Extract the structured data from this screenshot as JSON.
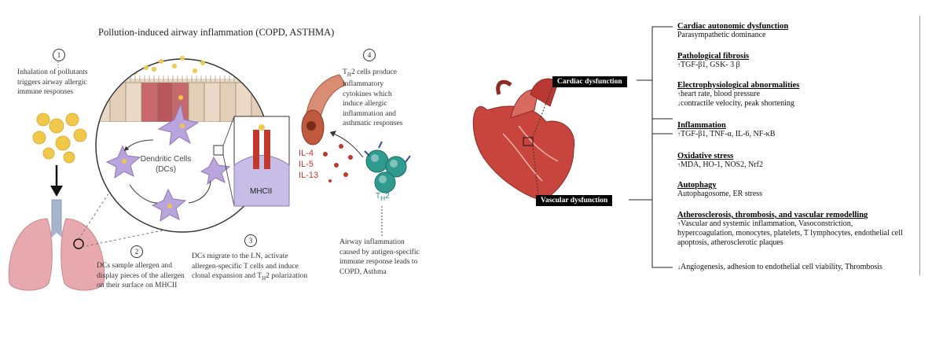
{
  "left_panel": {
    "title": "Pollution-induced airway inflammation (COPD, ASTHMA)",
    "steps": [
      {
        "num": "1",
        "text": "Inhalation of pollutants triggers airway allergic immune responses"
      },
      {
        "num": "2",
        "text": "DCs sample allergen and display pieces of the allergen on their surface on MHCII"
      },
      {
        "num": "3",
        "text_pre": "DCs migrate to the LN, activate allergen-specific T cells and induce clonal expansion and T",
        "text_sub": "H",
        "text_post": "2 polarization"
      },
      {
        "num": "4",
        "text_pre": "T",
        "text_sub": "H",
        "text_post": "2 cells produce inflammatory cytokines which induce allergic inflammation and asthmatic responses"
      }
    ],
    "dc_label_1": "Dendritic Cells",
    "dc_label_2": "(DCs)",
    "mhcii_label": "MHCII",
    "cytokines": [
      "IL-4",
      "IL-5",
      "IL-13"
    ],
    "th2_label_pre": "T",
    "th2_label_sub": "H",
    "th2_label_post": "2",
    "airway_caption": "Airway inflammation caused by antigen-specific immune response leads to COPD, Asthma"
  },
  "right_panel": {
    "cardiac_label": "Cardiac dysfunction",
    "vascular_label": "Vascular dysfunction",
    "sections": [
      {
        "head": "Cardiac autonomic dysfunction",
        "lines": [
          "Parasympathetic dominance"
        ]
      },
      {
        "head": "Pathological fibrosis",
        "lines": [
          "TGF-β1, GSK- 3 β"
        ],
        "arrows": [
          "up"
        ]
      },
      {
        "head": "Electrophysiological abnormalities",
        "lines": [
          "heart rate, blood pressure",
          "contractile velocity, peak shortening"
        ],
        "arrows": [
          "up",
          "down"
        ]
      },
      {
        "head": "Inflammation",
        "lines": [
          "TGF-β1, TNF-α, IL-6, NF-κB"
        ],
        "arrows": [
          "up"
        ]
      },
      {
        "head": "Oxidative stress",
        "lines": [
          "MDA, HO-1, NOS2, Nrf2"
        ],
        "arrows": [
          "up"
        ]
      },
      {
        "head": "Autophagy",
        "lines": [
          "Autophagosome, ER stress"
        ]
      },
      {
        "head": "Atherosclerosis, thrombosis, and vascular remodelling",
        "lines": [
          "Vascular and systemic inflammation, Vasoconstriction,",
          "hypercoagulation, monocytes, platelets, T lymphocytes, endothelial cell",
          "apoptosis, atherosclerotic plaques"
        ],
        "arrows": [
          "up",
          "",
          ""
        ]
      },
      {
        "head": "",
        "lines": [
          "Angiogenesis, adhesion to endothelial cell viability, Thrombosis"
        ],
        "arrows": [
          "down"
        ]
      }
    ]
  },
  "colors": {
    "lung": "#e8a9ae",
    "trachea": "#a7b4cf",
    "pollen": "#f0c84a",
    "dc_cell": "#b9a5dc",
    "th2_cell": "#2f9a8e",
    "cytokine_red": "#c0392b",
    "heart": "#c8453e"
  }
}
